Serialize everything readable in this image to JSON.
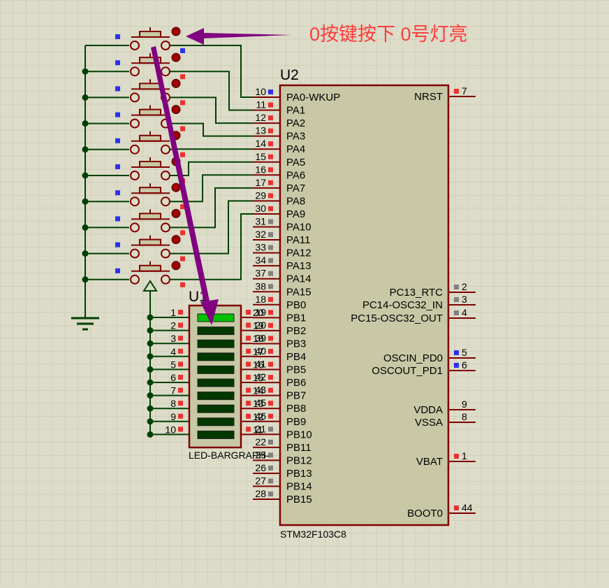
{
  "annotation": {
    "text": "0按键按下 0号灯亮",
    "color": "#ff3b3b",
    "arrow_color": "#800080"
  },
  "mcu": {
    "ref": "U2",
    "part": "STM32F103C8",
    "left_pins": [
      {
        "num": "10",
        "name": "PA0-WKUP",
        "state": "blue"
      },
      {
        "num": "11",
        "name": "PA1",
        "state": "red"
      },
      {
        "num": "12",
        "name": "PA2",
        "state": "red"
      },
      {
        "num": "13",
        "name": "PA3",
        "state": "red"
      },
      {
        "num": "14",
        "name": "PA4",
        "state": "red"
      },
      {
        "num": "15",
        "name": "PA5",
        "state": "red"
      },
      {
        "num": "16",
        "name": "PA6",
        "state": "red"
      },
      {
        "num": "17",
        "name": "PA7",
        "state": "red"
      },
      {
        "num": "29",
        "name": "PA8",
        "state": "red"
      },
      {
        "num": "30",
        "name": "PA9",
        "state": "red"
      },
      {
        "num": "31",
        "name": "PA10",
        "state": "gray"
      },
      {
        "num": "32",
        "name": "PA11",
        "state": "gray"
      },
      {
        "num": "33",
        "name": "PA12",
        "state": "gray"
      },
      {
        "num": "34",
        "name": "PA13",
        "state": "gray"
      },
      {
        "num": "37",
        "name": "PA14",
        "state": "gray"
      },
      {
        "num": "38",
        "name": "PA15",
        "state": "gray"
      },
      {
        "num": "18",
        "name": "PB0",
        "state": "red"
      },
      {
        "num": "19",
        "name": "PB1",
        "state": "red"
      },
      {
        "num": "20",
        "name": "PB2",
        "state": "red"
      },
      {
        "num": "39",
        "name": "PB3",
        "state": "red"
      },
      {
        "num": "40",
        "name": "PB4",
        "state": "red"
      },
      {
        "num": "41",
        "name": "PB5",
        "state": "red"
      },
      {
        "num": "42",
        "name": "PB6",
        "state": "red"
      },
      {
        "num": "43",
        "name": "PB7",
        "state": "red"
      },
      {
        "num": "45",
        "name": "PB8",
        "state": "red"
      },
      {
        "num": "46",
        "name": "PB9",
        "state": "red"
      },
      {
        "num": "21",
        "name": "PB10",
        "state": "gray"
      },
      {
        "num": "22",
        "name": "PB11",
        "state": "gray"
      },
      {
        "num": "25",
        "name": "PB12",
        "state": "gray"
      },
      {
        "num": "26",
        "name": "PB13",
        "state": "gray"
      },
      {
        "num": "27",
        "name": "PB14",
        "state": "gray"
      },
      {
        "num": "28",
        "name": "PB15",
        "state": "gray"
      }
    ],
    "right_pins": [
      {
        "num": "7",
        "name": "NRST",
        "state": "red"
      },
      {
        "num": "2",
        "name": "PC13_RTC",
        "state": "gray"
      },
      {
        "num": "3",
        "name": "PC14-OSC32_IN",
        "state": "gray"
      },
      {
        "num": "4",
        "name": "PC15-OSC32_OUT",
        "state": "gray"
      },
      {
        "num": "5",
        "name": "OSCIN_PD0",
        "state": "blue"
      },
      {
        "num": "6",
        "name": "OSCOUT_PD1",
        "state": "blue"
      },
      {
        "num": "9",
        "name": "VDDA",
        "state": "none"
      },
      {
        "num": "8",
        "name": "VSSA",
        "state": "none"
      },
      {
        "num": "1",
        "name": "VBAT",
        "state": "red"
      },
      {
        "num": "44",
        "name": "BOOT0",
        "state": "red"
      }
    ]
  },
  "bargraph": {
    "ref": "U1",
    "part": "LED-BARGRAPH-",
    "pins_left": [
      "1",
      "2",
      "3",
      "4",
      "5",
      "6",
      "7",
      "8",
      "9",
      "10"
    ],
    "pins_right": [
      "20",
      "19",
      "18",
      "17",
      "16",
      "15",
      "14",
      "13",
      "12",
      "11"
    ],
    "lit": [
      true,
      false,
      false,
      false,
      false,
      false,
      false,
      false,
      false,
      false
    ]
  },
  "buttons": {
    "count": 10,
    "pressed_index": 0
  }
}
